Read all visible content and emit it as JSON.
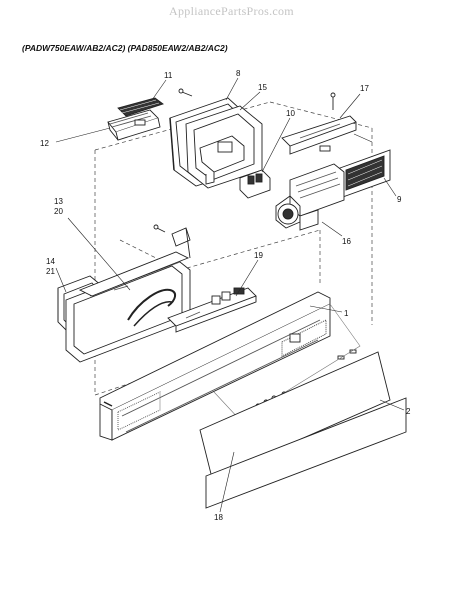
{
  "header": {
    "watermark": "AppliancePartsPros.com",
    "model_caption": "(PADW750EAW/AB2/AC2) (PAD850EAW2/AB2/AC2)"
  },
  "callouts": {
    "c1": "1",
    "c2": "2",
    "c8": "8",
    "c9": "9",
    "c10": "10",
    "c11": "11",
    "c12": "12",
    "c13": "13",
    "c15": "15",
    "c16": "16",
    "c17": "17",
    "c18": "18",
    "c19": "19",
    "c20": "20",
    "c14": "14",
    "c21": "21"
  }
}
